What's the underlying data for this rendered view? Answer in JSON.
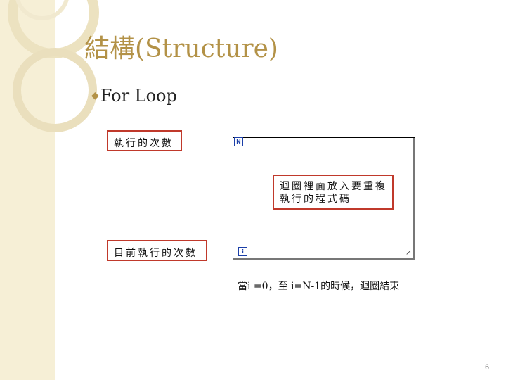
{
  "slide": {
    "title": "結構(Structure)",
    "bullet": "For Loop",
    "page_number": "6"
  },
  "diagram": {
    "count_terminal": "N",
    "index_terminal": "i",
    "count_label": "執行的次數",
    "current_label": "目前執行的次數",
    "body_label": "迴圈裡面放入要重複執行的程式碼",
    "caption": "當i =0，至 i=N-1的時候，迴圈結束"
  },
  "colors": {
    "title": "#b39247",
    "label_border": "#c0392b",
    "terminal": "#1b3fa8",
    "decor_band": "#f6efd6"
  }
}
